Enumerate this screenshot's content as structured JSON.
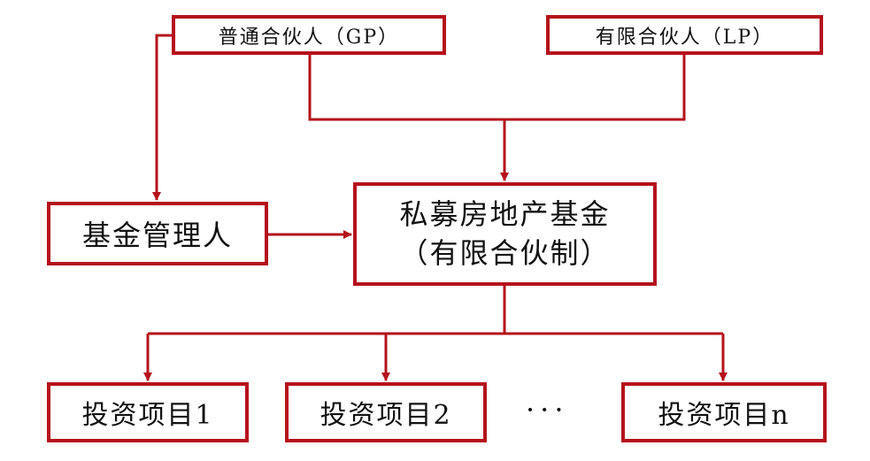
{
  "nodes": {
    "gp": "普通合伙人（GP）",
    "lp": "有限合伙人（LP）",
    "manager": "基金管理人",
    "fund_line1": "私募房地产基金",
    "fund_line2": "（有限合伙制）",
    "project1": "投资项目1",
    "project2": "投资项目2",
    "ellipsis": "···",
    "project_n": "投资项目n"
  },
  "colors": {
    "line": "#b5121b",
    "text": "#111111"
  }
}
